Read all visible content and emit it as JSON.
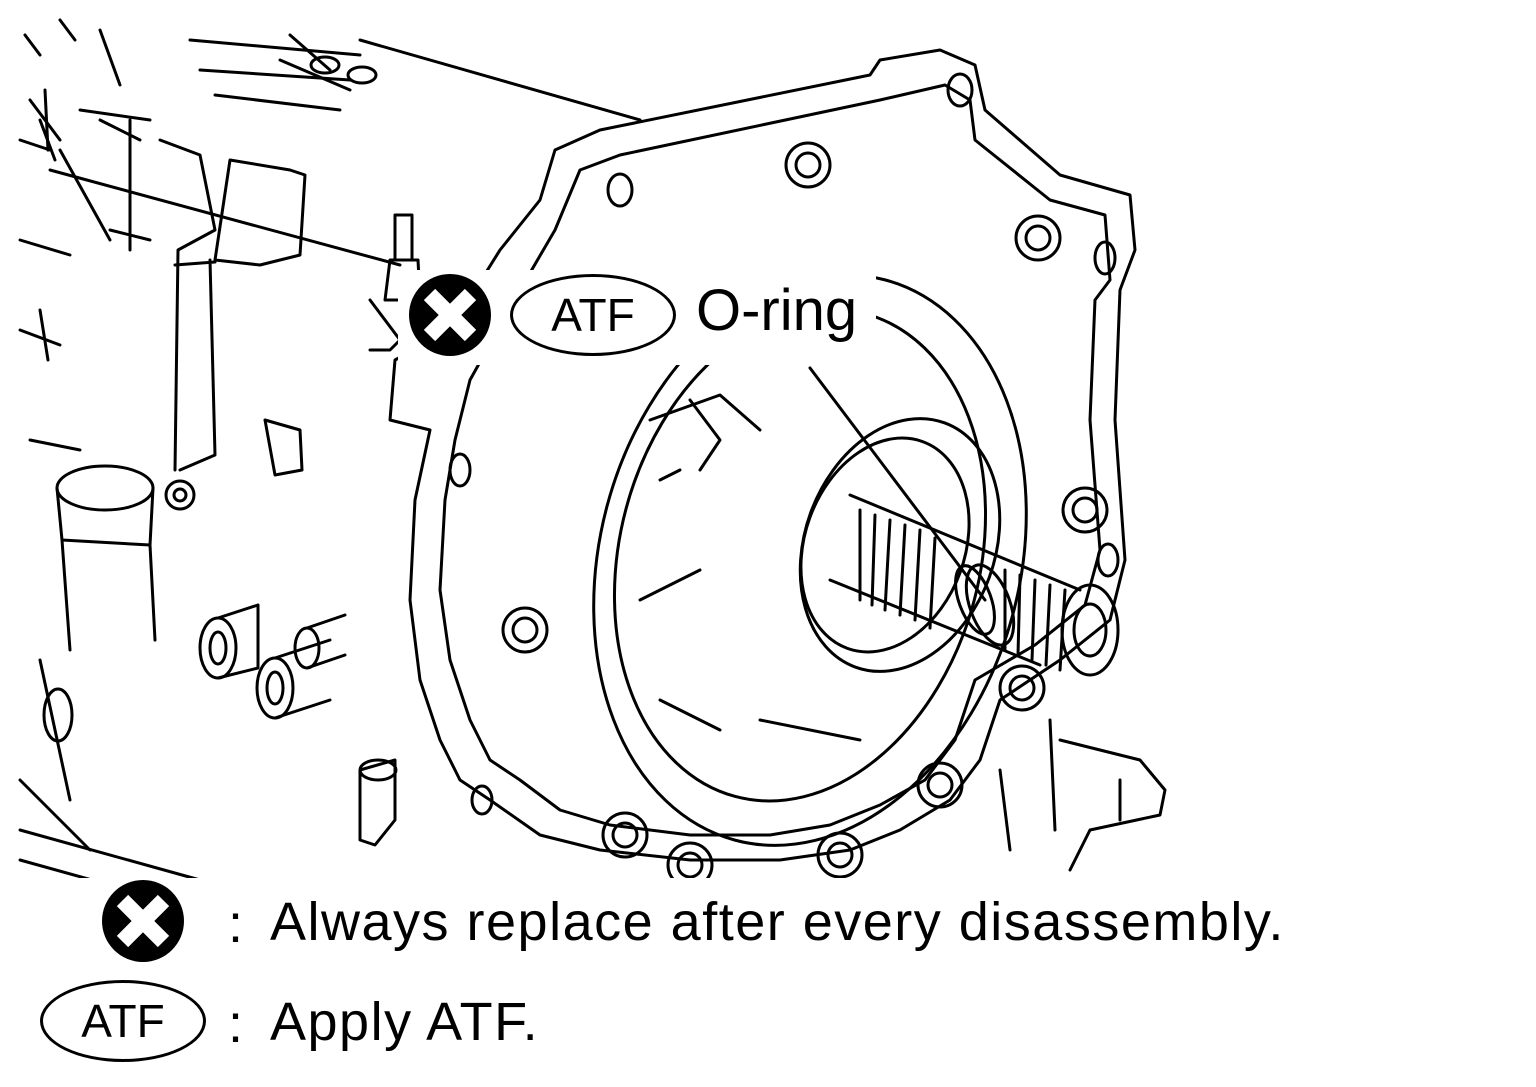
{
  "callout": {
    "part_name": "O-ring",
    "atf_symbol_text": "ATF",
    "replace_icon": "x-in-circle-icon"
  },
  "legend": {
    "replace_icon": "x-in-circle-icon",
    "replace_separator": ":",
    "replace_text": "Always replace after every disassembly.",
    "atf_symbol_text": "ATF",
    "atf_separator": ":",
    "atf_text": "Apply ATF."
  }
}
